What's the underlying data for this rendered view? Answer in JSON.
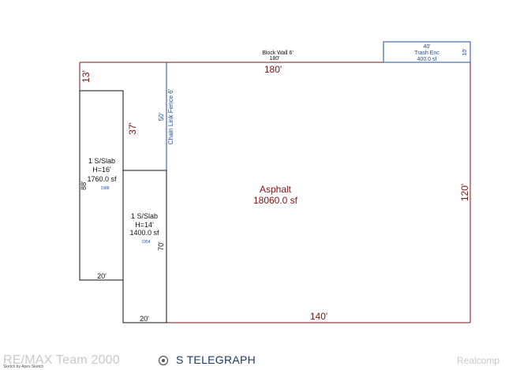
{
  "colors": {
    "maroon": "#7a1414",
    "black": "#111111",
    "blue": "#1f4f99",
    "footer_gray": "#c9c9c9",
    "street_navy": "#1a3a6b"
  },
  "sketch": {
    "top_labels": {
      "block_wall": "Block Wall  6'",
      "block_wall_len": "180'",
      "top_len": "180'"
    },
    "trash": {
      "width": "40'",
      "name": "Trash Enc",
      "area": "400.0 sf",
      "depth": "10'"
    },
    "left_top": "13'",
    "mid_upper": "37'",
    "fence": {
      "len": "50'",
      "name": "Chain Link Fence  6'"
    },
    "building_a": {
      "name": "1 S/Slab",
      "height": "H=16'",
      "area": "1760.0 sf",
      "year": "1988",
      "depth": "88'",
      "width": "20'"
    },
    "building_b": {
      "name": "1 S/Slab",
      "height": "H=14'",
      "area": "1400.0 sf",
      "year": "1954",
      "depth": "70'",
      "width": "20'"
    },
    "asphalt": {
      "name": "Asphalt",
      "area": "18060.0 sf"
    },
    "right_len": "120'",
    "bottom_len": "140'"
  },
  "footer": {
    "brand": "RE/MAX Team 2000",
    "credit": "Sketch by Apex Sketch",
    "street": "S TELEGRAPH",
    "realcomp": "Realcomp"
  }
}
